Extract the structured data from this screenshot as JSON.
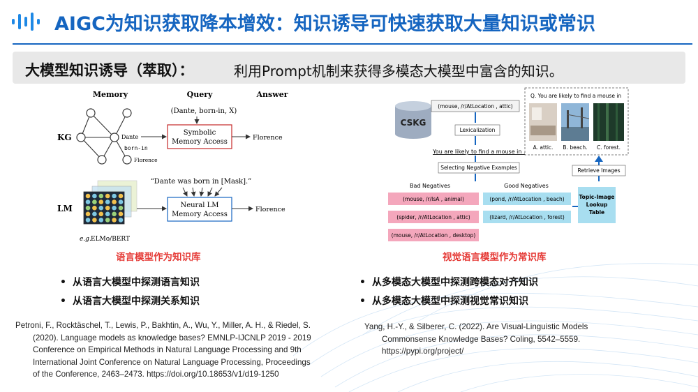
{
  "title": "AIGC为知识获取降本增效：知识诱导可快速获取大量知识或常识",
  "subtitle": {
    "bold": "大模型知识诱导（萃取）：",
    "rest": "利用Prompt机制来获得多模态大模型中富含的知识。"
  },
  "left_figure": {
    "headers": [
      "Memory",
      "Query",
      "Answer"
    ],
    "kg_label": "KG",
    "lm_label": "LM",
    "nodes": [
      "Dante",
      "born-in",
      "Florence"
    ],
    "kg_query": "(Dante, born-in, X)",
    "kg_box": [
      "Symbolic",
      "Memory Access"
    ],
    "kg_answer": "Florence",
    "lm_query": "“Dante was born in [Mask].”",
    "lm_box": [
      "Neural LM",
      "Memory Access"
    ],
    "lm_answer": "Florence",
    "lm_note_prefix": "e.g.",
    "lm_note": "ELMo/BERT",
    "caption": "语言模型作为知识库"
  },
  "right_figure": {
    "cskg": "CSKG",
    "triple": "(mouse,  /r/AtLocation ,  attic)",
    "lexicalization": "Lexicalization",
    "sentence": "You are likely to find a mouse in ...",
    "selecting": "Selecting Negative Examples",
    "bad_header": "Bad Negatives",
    "good_header": "Good Negatives",
    "bad": [
      "(mouse,  /r/IsA ,  animal)",
      "(spider,  /r/AtLocation , attic)",
      "(mouse,  /r/AtLocation ,  desktop)"
    ],
    "good": [
      "(pond,  /r/AtLocation ,  beach)",
      "(lizard,  /r/AtLocation ,  forest)"
    ],
    "question": "Q. You are likely to find a mouse in",
    "options": [
      "A. attic.",
      "B. beach.",
      "C. forest."
    ],
    "retrieve": "Retrieve Images",
    "topic": [
      "Topic-Image",
      "Lookup",
      "Table"
    ],
    "caption": "视觉语言模型作为常识库"
  },
  "bullets_left": [
    "从语言大模型中探测语言知识",
    "从语言大模型中探测关系知识"
  ],
  "bullets_right": [
    "从多模态大模型中探测跨模态对齐知识",
    "从多模态大模型中探测视觉常识知识"
  ],
  "bullet_symbol": "•",
  "ref_left": [
    "Petroni, F., Rocktäschel, T., Lewis, P., Bakhtin, A., Wu, Y., Miller, A. H., & Riedel, S.",
    "(2020). Language models as knowledge bases? EMNLP-IJCNLP 2019 - 2019",
    "Conference on Empirical Methods in Natural Language Processing and 9th",
    "International Joint Conference on Natural Language Processing, Proceedings",
    "of the Conference, 2463–2473. https://doi.org/10.18653/v1/d19-1250"
  ],
  "ref_right": [
    "Yang, H.-Y., & Silberer, C. (2022). Are Visual-Linguistic Models",
    "Commonsense Knowledge Bases? Coling, 5542–5559.",
    "https://pypi.org/project/"
  ],
  "colors": {
    "accent": "#1565c0",
    "caption_red": "#e53935",
    "bad_pink": "#f4a7bc",
    "good_blue": "#a8def0"
  }
}
